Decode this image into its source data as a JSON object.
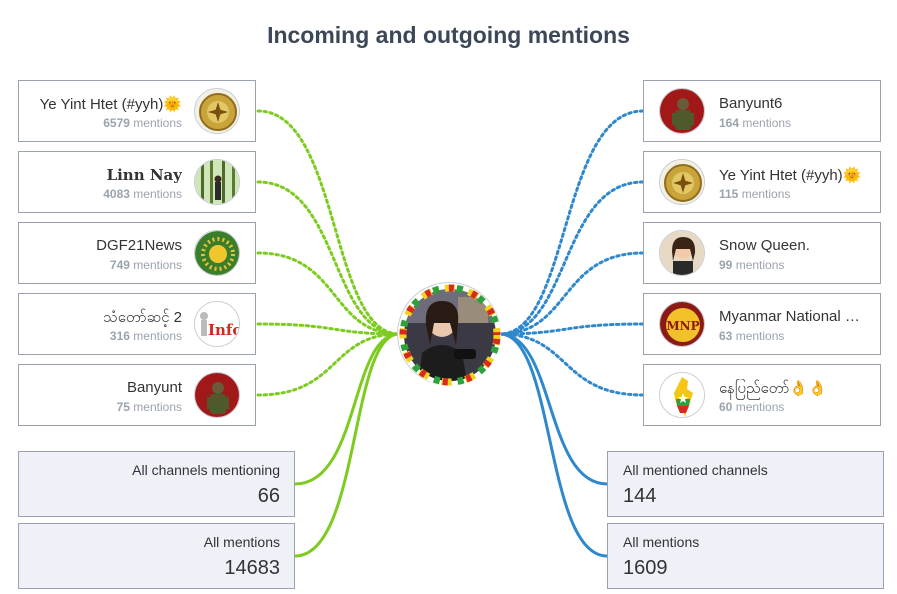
{
  "title": "Incoming and outgoing mentions",
  "mention_unit": "mentions",
  "colors": {
    "incoming": "#7ecb20",
    "outgoing": "#2f88cc",
    "card_border": "#9aa3ad",
    "stat_bg": "#eef1f8"
  },
  "incoming": [
    {
      "name": "Ye Yint Htet (#yyh)🌞",
      "count": "6579",
      "avatar_icon": "gold-emblem-icon"
    },
    {
      "name": "Linn Nay",
      "count": "4083",
      "avatar_icon": "forest-photo-icon"
    },
    {
      "name": "DGF21News",
      "count": "749",
      "avatar_icon": "sun-emblem-icon"
    },
    {
      "name": "သံတော်ဆင့် 2",
      "count": "316",
      "avatar_icon": "info-logo-icon"
    },
    {
      "name": "Banyunt",
      "count": "75",
      "avatar_icon": "soldier-icon"
    }
  ],
  "outgoing": [
    {
      "name": "Banyunt6",
      "count": "164",
      "avatar_icon": "soldier-icon"
    },
    {
      "name": "Ye Yint Htet (#yyh)🌞",
      "count": "115",
      "avatar_icon": "gold-emblem-icon"
    },
    {
      "name": "Snow Queen.",
      "count": "99",
      "avatar_icon": "portrait-photo-icon"
    },
    {
      "name": "Myanmar National P…",
      "count": "63",
      "avatar_icon": "mnp-logo-icon"
    },
    {
      "name": "နေပြည်တော်👌👌",
      "count": "60",
      "avatar_icon": "myanmar-map-flag-icon"
    }
  ],
  "stats": {
    "incoming_channels_label": "All channels mentioning",
    "incoming_channels_value": "66",
    "incoming_mentions_label": "All mentions",
    "incoming_mentions_value": "14683",
    "outgoing_channels_label": "All mentioned channels",
    "outgoing_channels_value": "144",
    "outgoing_mentions_label": "All mentions",
    "outgoing_mentions_value": "1609"
  },
  "center_avatar_icon": "woman-portrait-icon"
}
